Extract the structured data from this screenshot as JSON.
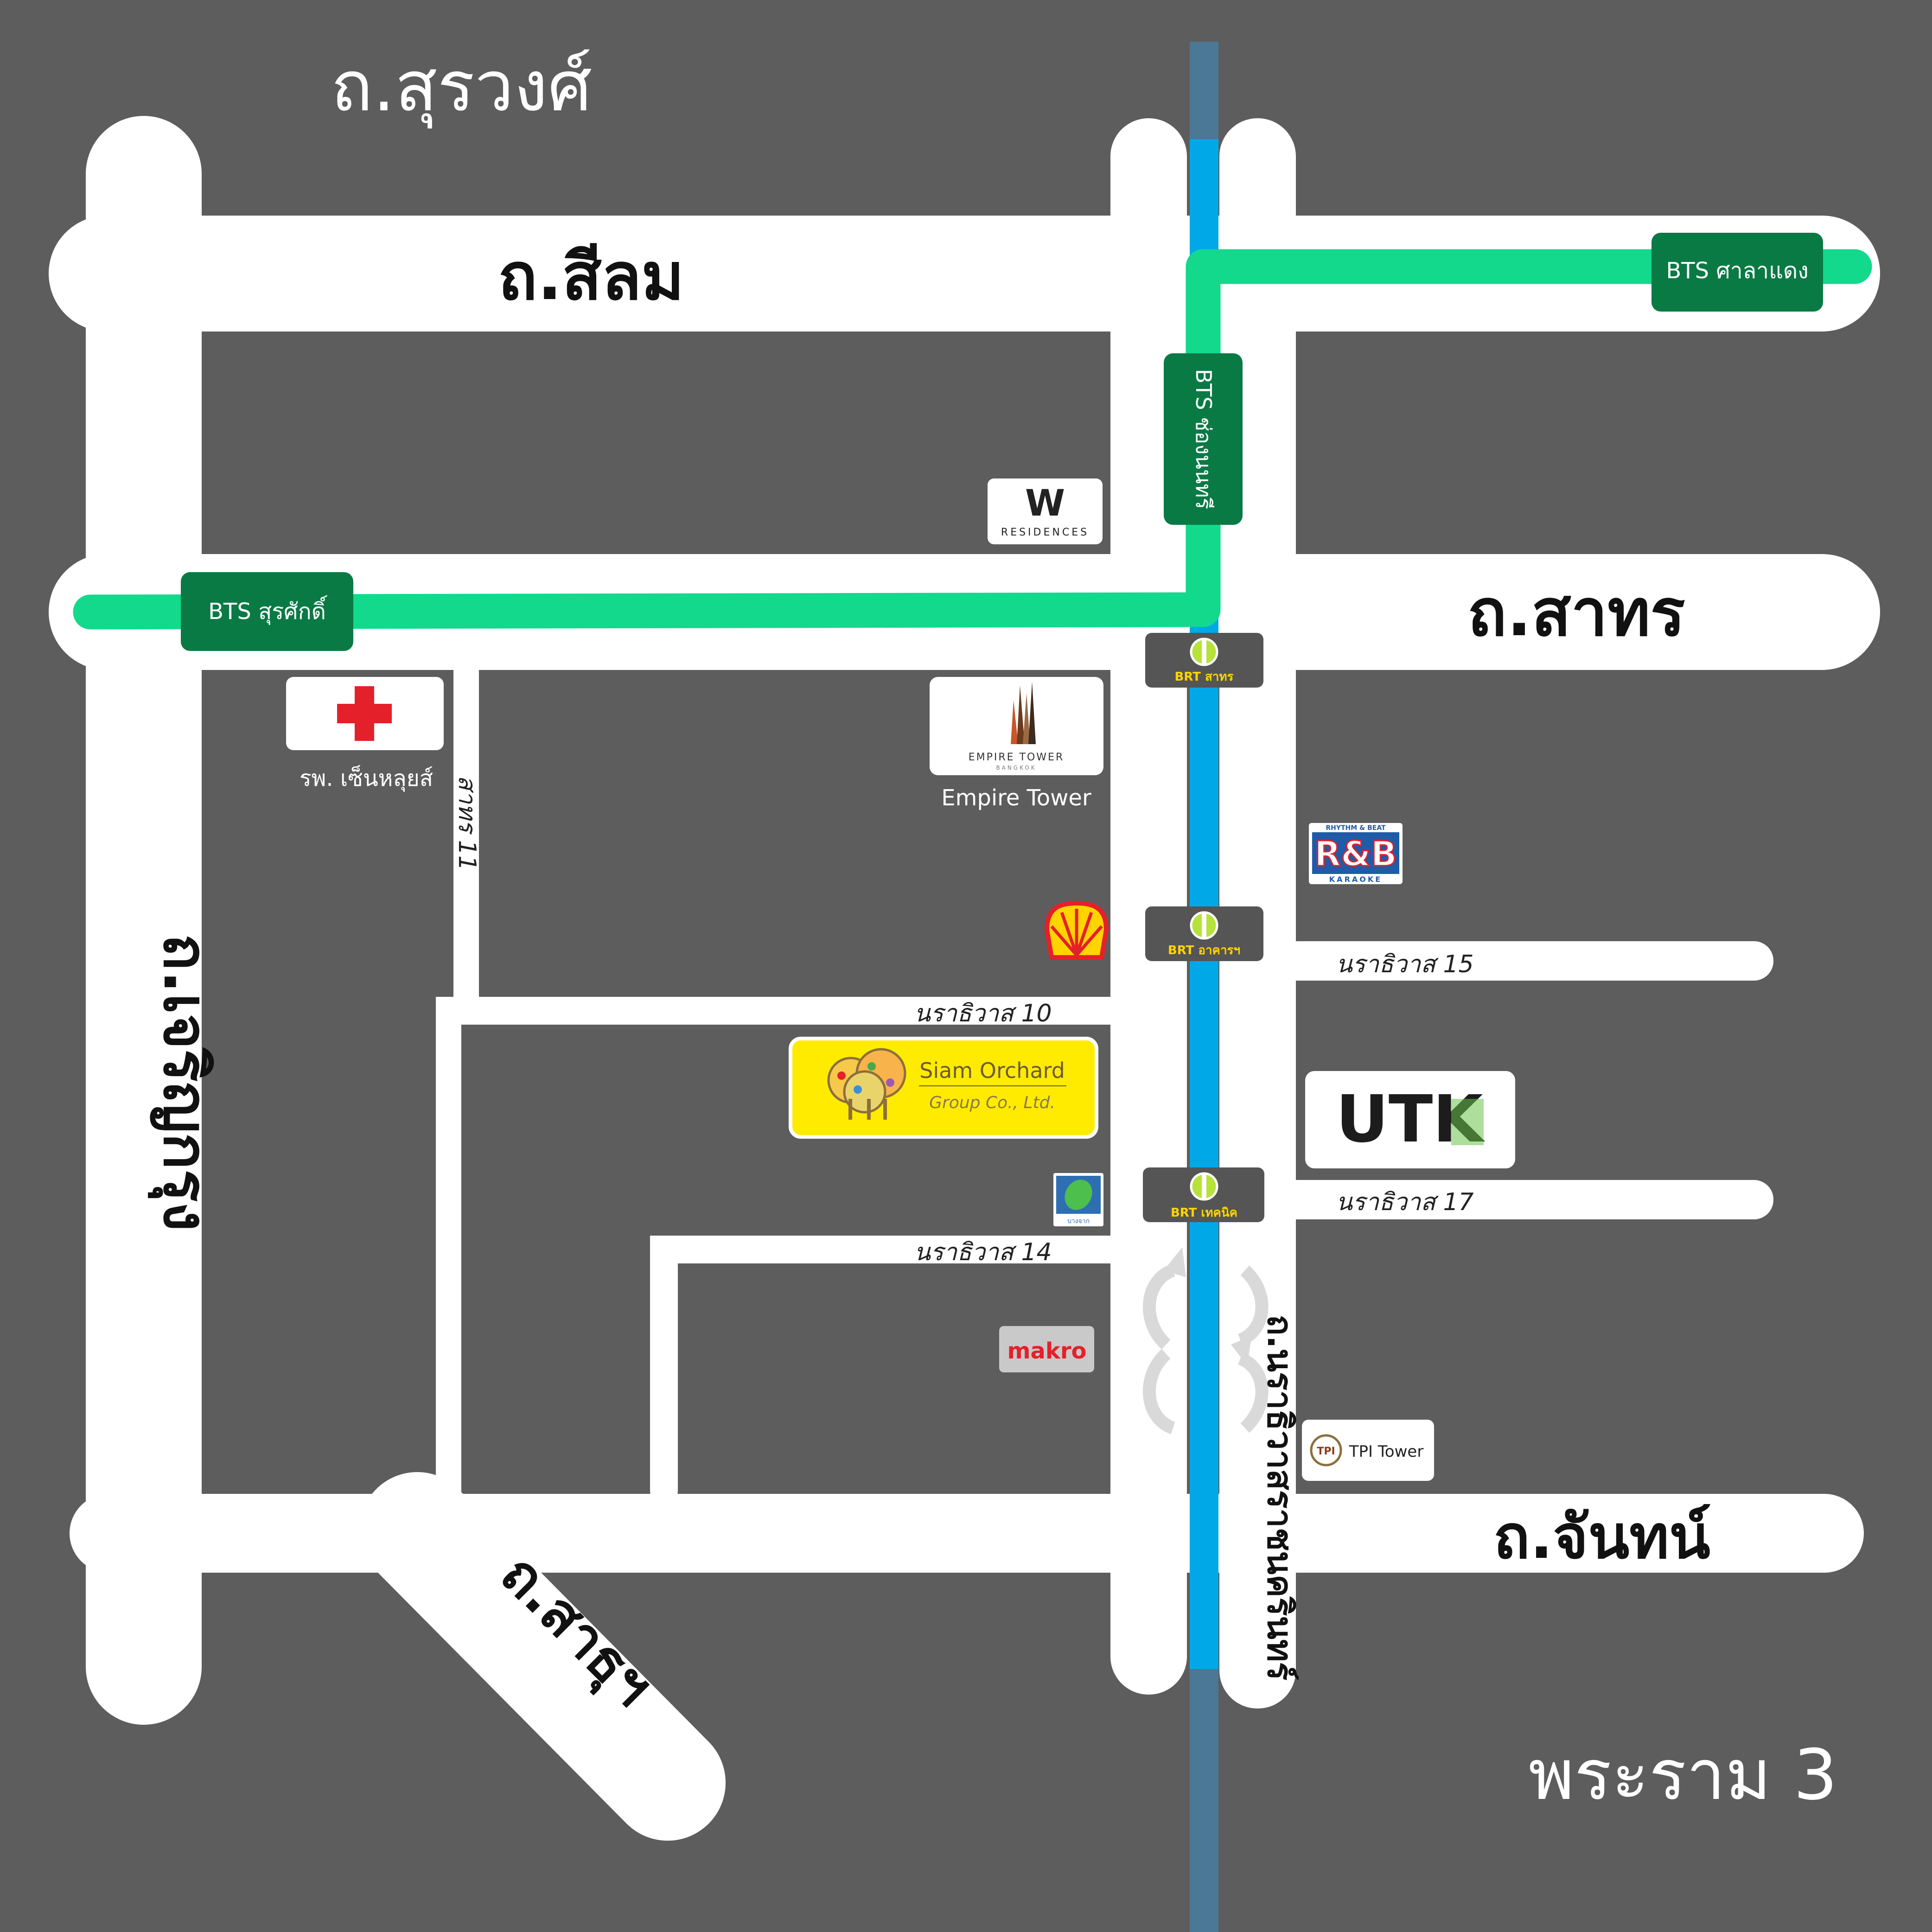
{
  "map": {
    "districts": {
      "top_left": "ถ.สุรวงศ์",
      "bottom_right": "พระราม 3"
    },
    "roads": {
      "silom": "ถ.สีลม",
      "sathorn": "ถ.สาทร",
      "chan": "ถ.จันทน์",
      "charoen_krung": "ถ.เจริญกรุง",
      "naradhiwas": "ถ.นราธิวาสราชนครินทร์",
      "sathu_pradit": "ถ.สาธุฯ"
    },
    "sois": {
      "sathorn_11": "สาทร 11",
      "naradhiwas_10": "นราธิวาส 10",
      "naradhiwas_14": "นราธิวาส 14",
      "naradhiwas_15": "นราธิวาส 15",
      "naradhiwas_17": "นราธิวาส 17"
    },
    "bts_stations": {
      "sala_daeng": "BTS ศาลาแดง",
      "chong_nonsi": "BTS ช่องนนทรี",
      "surasak": "BTS สุรศักดิ์"
    },
    "brt_stations": {
      "sathorn": "BRT สาทร",
      "arkan": "BRT อาคารฯ",
      "technic": "BRT เทคนิค"
    },
    "landmarks": {
      "hospital_label": "รพ. เซ็นหลุยส์",
      "empire_logo_line1": "EMPIRE TOWER",
      "empire_logo_line2": "BANGKOK",
      "empire_label": "Empire Tower",
      "w_logo": "W",
      "w_sub": "RESIDENCES",
      "rb_top": "RHYTHM & BEAT",
      "rb_main": "R&B",
      "rb_sub": "KARAOKE",
      "utk_logo": "UTK",
      "makro": "makro",
      "tpi_badge": "TPI",
      "tpi_label": "TPI Tower",
      "bangchak_label": "บางจาก",
      "siam_orchard_line1": "Siam Orchard",
      "siam_orchard_line2": "Group Co., Ltd."
    },
    "colors": {
      "background": "#5d5d5d",
      "road": "#ffffff",
      "bts_line": "#12d98c",
      "bts_station": "#0a7a45",
      "brt_line": "#00a8e8",
      "brt_station": "#555555",
      "brt_accent": "#ffd400",
      "highlight": "#ffeb00",
      "hospital_cross": "#e4202a"
    }
  }
}
